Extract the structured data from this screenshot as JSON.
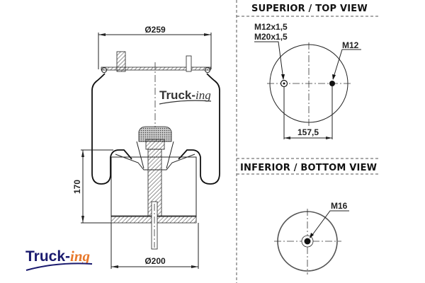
{
  "side_view": {
    "top_diameter": "Ø259",
    "bottom_diameter": "Ø200",
    "height": "170",
    "watermark_brand": "Truck-",
    "watermark_suffix": "ing"
  },
  "logo": {
    "brand": "Truck-",
    "suffix": "ing",
    "colors": {
      "primary": "#1a1a6e",
      "accent": "#e8782a"
    }
  },
  "top_view": {
    "title": "SUPERIOR / TOP VIEW",
    "left_hole_label_1": "M12x1,5",
    "left_hole_label_2": "M20x1,5",
    "right_hole_label": "M12",
    "hole_spacing": "157,5"
  },
  "bottom_view": {
    "title": "INFERIOR / BOTTOM VIEW",
    "hole_label": "M16"
  }
}
